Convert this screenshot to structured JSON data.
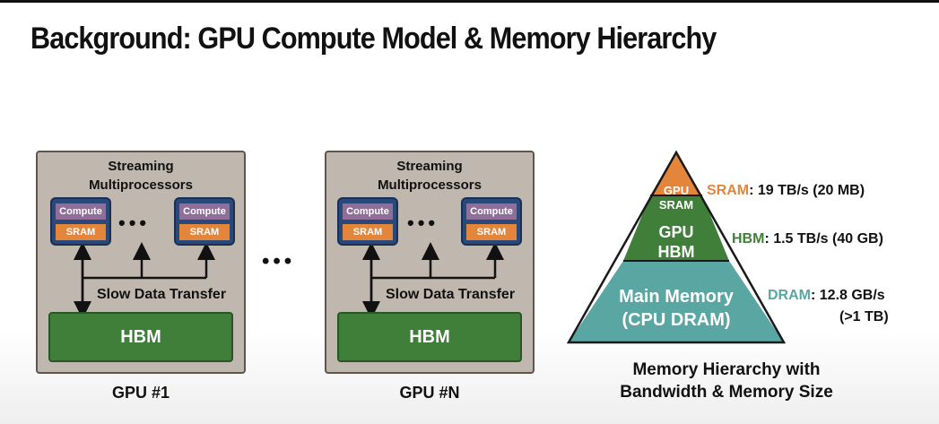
{
  "title": "Background: GPU Compute Model & Memory Hierarchy",
  "gpu_cards": [
    {
      "label": "GPU #1"
    },
    {
      "label": "GPU #N"
    }
  ],
  "gpu_card": {
    "sm_title_line1": "Streaming",
    "sm_title_line2": "Multiprocessors",
    "compute_label": "Compute",
    "sram_label": "SRAM",
    "ellipsis": "•••",
    "transfer_label": "Slow Data Transfer",
    "hbm_label": "HBM"
  },
  "between_gpus": "•••",
  "pyramid": {
    "top_line1": "GPU",
    "top_line2": "SRAM",
    "middle_line1": "GPU",
    "middle_line2": "HBM",
    "bottom_line1": "Main Memory",
    "bottom_line2": "(CPU DRAM)",
    "colors": {
      "top": "#e4853c",
      "middle": "#3f7f3a",
      "bottom": "#5aa6a2",
      "outline": "#1a1a1a"
    }
  },
  "bandwidth": {
    "sram_name": "SRAM",
    "sram_value": ": 19 TB/s (20 MB)",
    "hbm_name": "HBM",
    "hbm_value": ": 1.5 TB/s (40 GB)",
    "dram_name": "DRAM",
    "dram_value": ": 12.8 GB/s",
    "dram_size": "(>1 TB)",
    "colors": {
      "sram": "#e4853c",
      "hbm": "#3f7f3a",
      "dram": "#5aa6a2"
    }
  },
  "caption_line1": "Memory Hierarchy with",
  "caption_line2": "Bandwidth & Memory Size"
}
